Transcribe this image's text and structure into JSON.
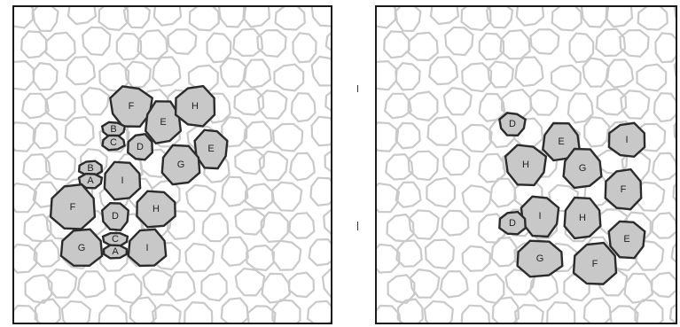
{
  "colors": {
    "background_cell_stroke": "#c9c9c9",
    "highlighted_cell_fill": "#c8c8c8",
    "highlighted_cell_stroke": "#2b2b2b",
    "panel_border": "#1a1a1a"
  },
  "left_panel": {
    "labels": [
      "F",
      "E",
      "H",
      "B",
      "C",
      "D",
      "E",
      "G",
      "B",
      "A",
      "I",
      "F",
      "D",
      "H",
      "G",
      "C",
      "A",
      "I"
    ]
  },
  "right_panel": {
    "labels": [
      "D",
      "E",
      "I",
      "H",
      "G",
      "F",
      "I",
      "H",
      "D",
      "E",
      "G",
      "F"
    ]
  }
}
